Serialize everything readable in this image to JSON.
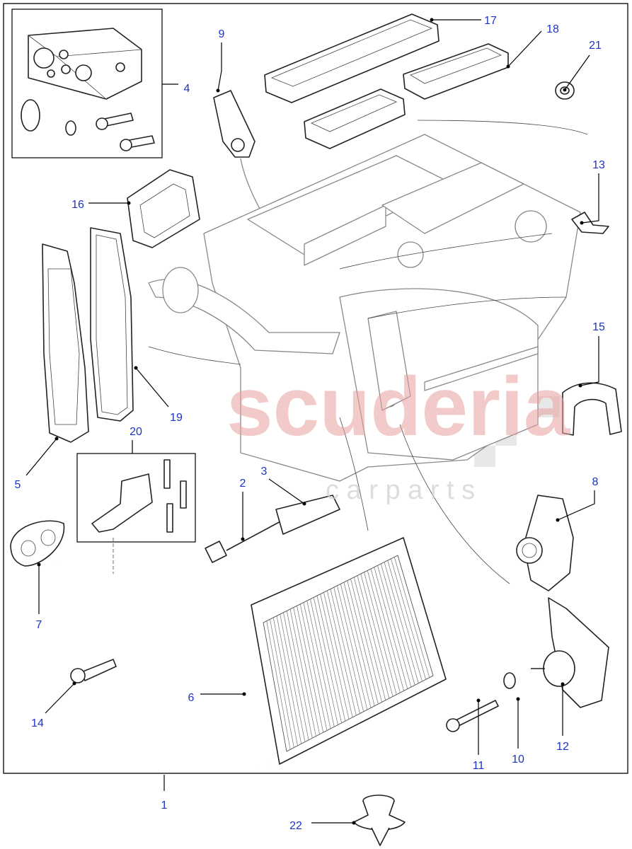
{
  "diagram": {
    "labels": {
      "1": "1",
      "2": "2",
      "3": "3",
      "4": "4",
      "5": "5",
      "6": "6",
      "7": "7",
      "8": "8",
      "9": "9",
      "10": "10",
      "11": "11",
      "12": "12",
      "13": "13",
      "14": "14",
      "15": "15",
      "16": "16",
      "17": "17",
      "18": "18",
      "19": "19",
      "20": "20",
      "21": "21",
      "22": "22"
    },
    "label_color": "#1a33c8",
    "watermark": {
      "main": "scuderia",
      "sub": "c a r   p a r t s"
    }
  }
}
